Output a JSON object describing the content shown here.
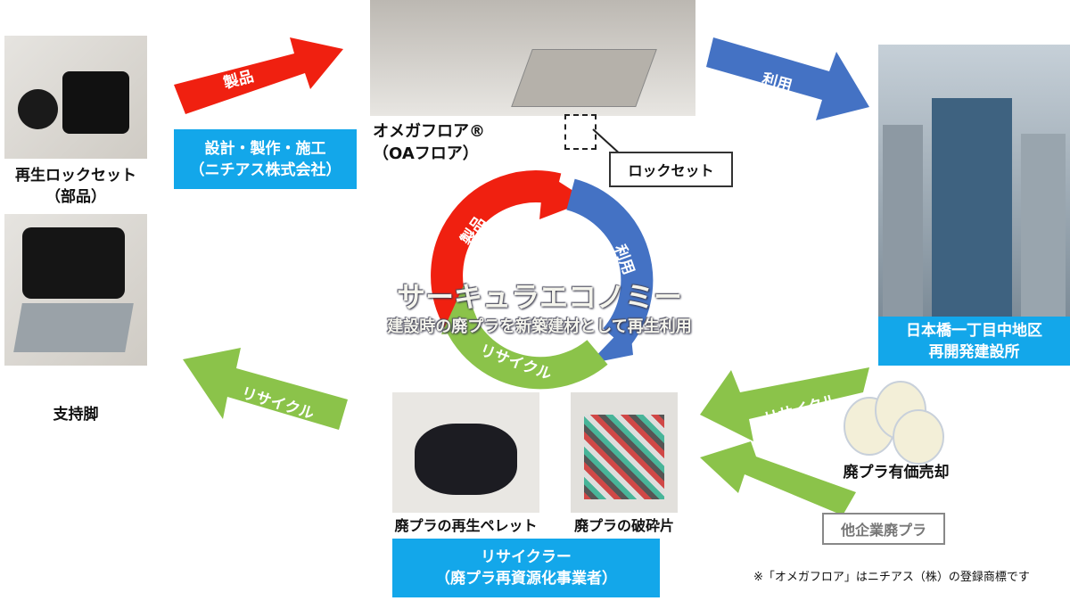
{
  "left": {
    "lockset_label_1": "再生ロックセット",
    "lockset_label_2": "（部品）",
    "support_label": "支持脚"
  },
  "arrows": {
    "product": "製品",
    "use": "利用",
    "recycle_left": "リサイクル",
    "recycle_right": "リサイクル"
  },
  "design_box": {
    "line1": "設計・製作・施工",
    "line2": "（ニチアス株式会社）"
  },
  "floor": {
    "label_1": "オメガフロア®",
    "label_2": "（OAフロア）",
    "callout": "ロックセット"
  },
  "building_box": {
    "line1": "日本橋一丁目中地区",
    "line2": "再開発建設所"
  },
  "cycle": {
    "product": "製品",
    "use": "利用",
    "recycle": "リサイクル",
    "title": "サーキュラエコノミー",
    "subtitle": "建設時の廃プラを新築建材として再生利用"
  },
  "sale_label": "廃プラ有価売却",
  "other_box": "他企業廃プラ",
  "pellets_label": "廃プラの再生ペレット",
  "fragments_label": "廃プラの破砕片",
  "recycler_box": {
    "line1": "リサイクラー",
    "line2": "（廃プラ再資源化事業者）"
  },
  "note": "※「オメガフロア」はニチアス（株）の登録商標です",
  "colors": {
    "red": "#f02010",
    "blue": "#4472c4",
    "green": "#8bc34a",
    "cyan": "#13a7ea"
  }
}
